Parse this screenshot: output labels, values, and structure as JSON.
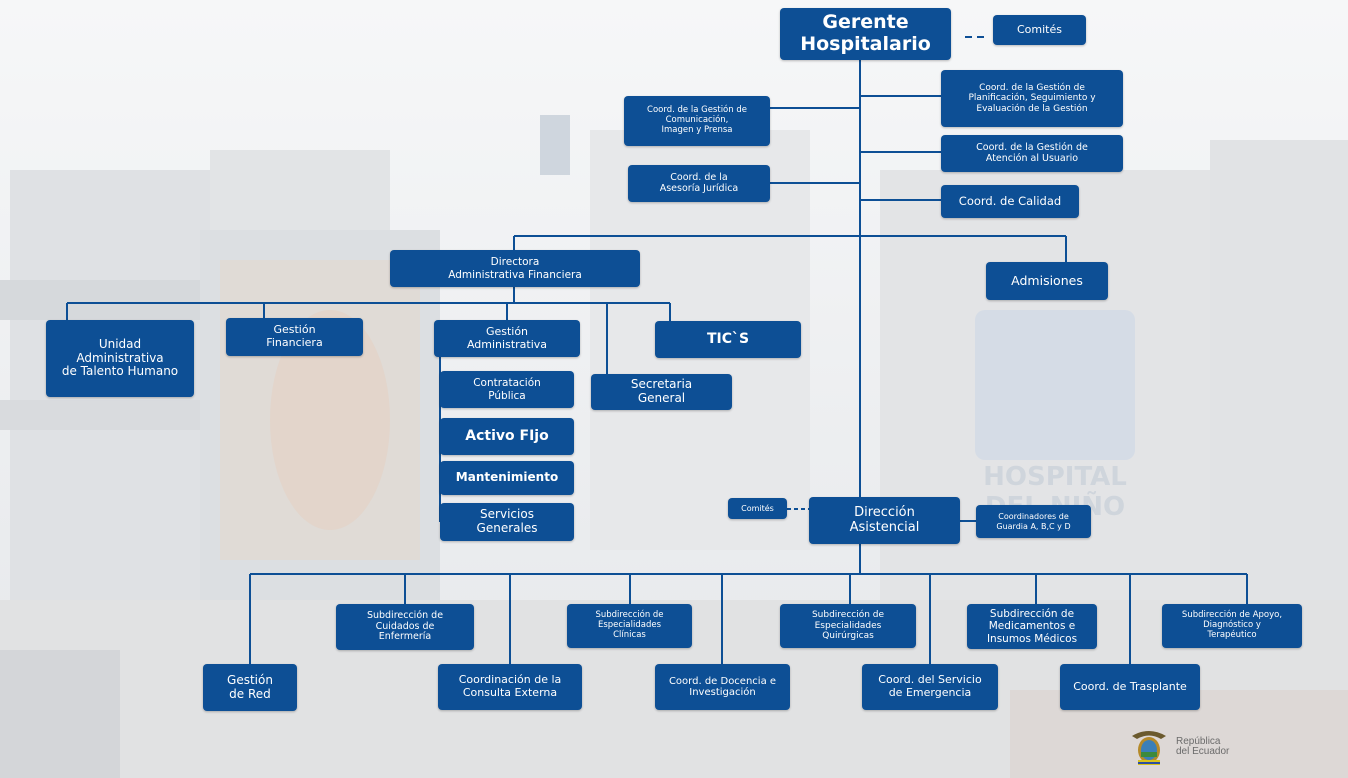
{
  "colors": {
    "box": "#0d4f95",
    "line": "#0d4f95",
    "text": "#ffffff"
  },
  "nodes": {
    "gerente": "Gerente\nHospitalario",
    "comites_top": "Comités",
    "planificacion": "Coord. de la Gestión de\nPlanificación, Seguimiento y\nEvaluación de la Gestión",
    "comunicacion": "Coord. de la Gestión de\nComunicación,\nImagen y Prensa",
    "atencion_usuario": "Coord. de la Gestión de\nAtención al Usuario",
    "asesoria_juridica": "Coord. de la\nAsesoría Jurídica",
    "calidad": "Coord. de Calidad",
    "directora_admin": "Directora\nAdministrativa Financiera",
    "admisiones": "Admisiones",
    "talento_humano": "Unidad\nAdministrativa\nde Talento Humano",
    "gestion_financiera": "Gestión\nFinanciera",
    "gestion_administrativa": "Gestión\nAdministrativa",
    "tics": "TIC`S",
    "contratacion": "Contratación\nPública",
    "secretaria": "Secretaria\nGeneral",
    "activo_fijo": "Activo FIjo",
    "mantenimiento": "Mantenimiento",
    "servicios_generales": "Servicios\nGenerales",
    "comites_asistencial": "Comités",
    "direccion_asistencial": "Dirección\nAsistencial",
    "coordinadores_guardia": "Coordinadores de\nGuardia A, B,C y D",
    "sub_enfermeria": "Subdirección de\nCuidados de\nEnfermería",
    "sub_clinicas": "Subdirección de\nEspecialidades\nClínicas",
    "sub_quirurgicas": "Subdirección de\nEspecialidades\nQuirúrgicas",
    "sub_medicamentos": "Subdirección de\nMedicamentos e\nInsumos Médicos",
    "sub_apoyo": "Subdirección de Apoyo,\nDiagnóstico y\nTerapéutico",
    "gestion_red": "Gestión\nde Red",
    "consulta_externa": "Coordinación de la\nConsulta Externa",
    "docencia": "Coord. de Docencia e\nInvestigación",
    "emergencia": "Coord. del Servicio\nde Emergencia",
    "trasplante": "Coord. de Trasplante"
  },
  "background": {
    "building_sign": "HOSPITAL\nDEL NIÑO"
  },
  "logo": {
    "text": "República\ndel Ecuador",
    "name": "ecuador-coat-of-arms"
  }
}
